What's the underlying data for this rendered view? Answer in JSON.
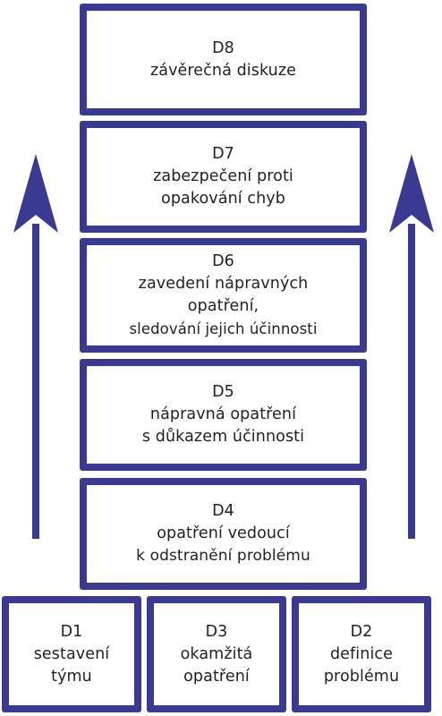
{
  "colors": {
    "border": "#3a3a92",
    "arrow": "#3a3a92",
    "text": "#222222",
    "background": "#ffffff"
  },
  "boxes": {
    "d8": {
      "lines": [
        "D8",
        "závěrečná diskuze"
      ]
    },
    "d7": {
      "lines": [
        "D7",
        "zabezpečení proti",
        "opakování chyb"
      ]
    },
    "d6": {
      "lines": [
        "D6",
        "zavedení nápravných",
        "opatření,",
        "sledování jejich účinnosti"
      ]
    },
    "d5": {
      "lines": [
        "D5",
        "nápravná opatření",
        "s důkazem účinnosti"
      ]
    },
    "d4": {
      "lines": [
        "D4",
        "opatření vedoucí",
        "k odstranění problému"
      ]
    },
    "d1": {
      "lines": [
        "D1",
        "sestavení",
        "týmu"
      ]
    },
    "d3": {
      "lines": [
        "D3",
        "okamžitá",
        "opatření"
      ]
    },
    "d2": {
      "lines": [
        "D2",
        "definice",
        "problému"
      ]
    }
  },
  "arrows": {
    "left": "arrow-up-icon",
    "right": "arrow-up-icon"
  }
}
